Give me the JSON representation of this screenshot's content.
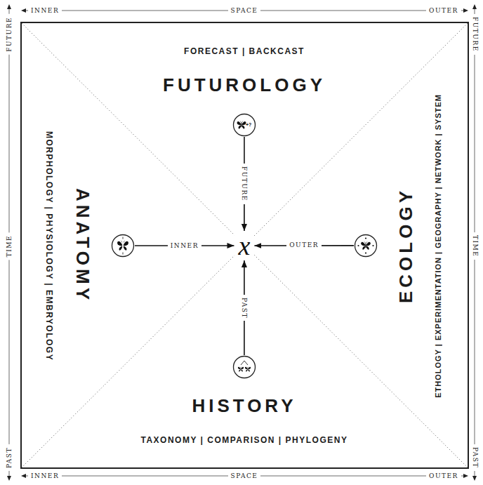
{
  "diagram": {
    "nodes": [
      {
        "text": [
          "FORECAST | BACKCAST",
          "FUTUROLOGY"
        ]
      },
      {
        "text": [
          "ANATOMY",
          "MORPHOLOGY | PHYSIOLOGY | EMBRYOLOGY"
        ]
      },
      {
        "text": [
          "x"
        ]
      },
      {
        "text": [
          "ECOLOGY",
          "ETHOLOGY | EXPERIMENTATION | GEOGRAPHY | NETWORK | SYSTEM"
        ]
      },
      {
        "text": [
          "HISTORY",
          "TAXONOMY | COMPARISON | PHYLOGENY"
        ]
      }
    ],
    "edges": [
      {
        "from": 0,
        "to": 2,
        "arrow": "to",
        "label": "FUTURE"
      },
      {
        "from": 1,
        "to": 2,
        "arrow": "to",
        "label": "INNER"
      },
      {
        "from": 3,
        "to": 2,
        "arrow": "to",
        "label": "OUTER"
      },
      {
        "from": 4,
        "to": 2,
        "arrow": "to",
        "label": "PAST"
      }
    ],
    "labels": [
      "INNER",
      "SPACE",
      "OUTER",
      "INNER",
      "SPACE",
      "OUTER",
      "FUTURE",
      "TIME",
      "PAST",
      "FUTURE",
      "TIME",
      "PAST",
      "+?"
    ]
  }
}
